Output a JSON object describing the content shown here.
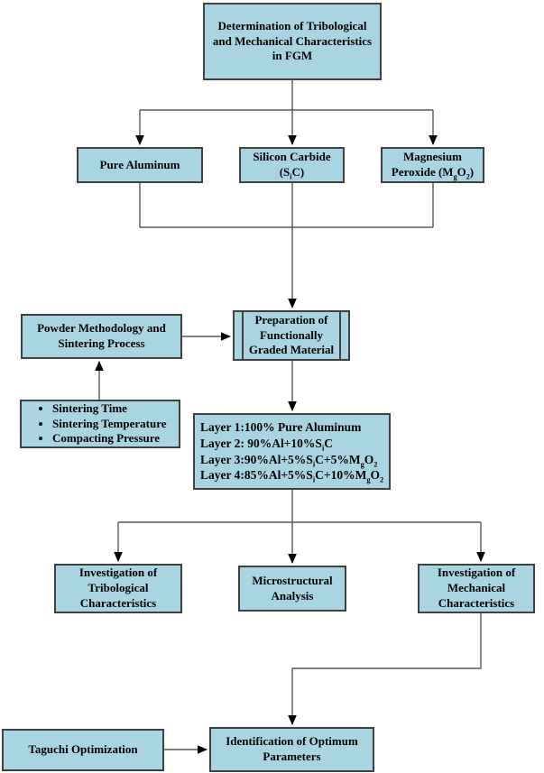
{
  "diagram": {
    "colors": {
      "background": "#ffffff",
      "box_fill": "#a9d5e2",
      "box_border": "#404040",
      "connector": "#595959",
      "arrowhead": "#000000",
      "text": "#000000"
    },
    "nodes": {
      "title": {
        "text": "Determination of Tribological\nand Mechanical Characteristics\nin FGM"
      },
      "pure_aluminum": {
        "text": "Pure Aluminum"
      },
      "silicon_carbide": {
        "text": "Silicon Carbide\n(S~i~C)"
      },
      "magnesium_peroxide": {
        "text": "Magnesium\nPeroxide (M~g~O~2~)"
      },
      "powder_methodology": {
        "text": "Powder Methodology and\nSintering Process"
      },
      "preparation": {
        "text": "Preparation of\nFunctionally\nGraded Material"
      },
      "process_parameters": {
        "items": [
          "Sintering Time",
          "Sintering Temperature",
          "Compacting Pressure"
        ]
      },
      "layers": {
        "items": [
          "Layer 1:100% Pure Aluminum",
          "Layer 2: 90%Al+10%S~i~C",
          "Layer 3:90%Al+5%S~i~C+5%M~g~O~2~",
          "Layer 4:85%Al+5%S~i~C+10%M~g~O~2~"
        ]
      },
      "tribological": {
        "text": "Investigation of\nTribological\nCharacteristics"
      },
      "microstructural": {
        "text": "Microstructural\nAnalysis"
      },
      "mechanical": {
        "text": "Investigation of\nMechanical\nCharacteristics"
      },
      "taguchi": {
        "text": "Taguchi Optimization"
      },
      "identification": {
        "text": "Identification of Optimum\nParameters"
      }
    }
  }
}
